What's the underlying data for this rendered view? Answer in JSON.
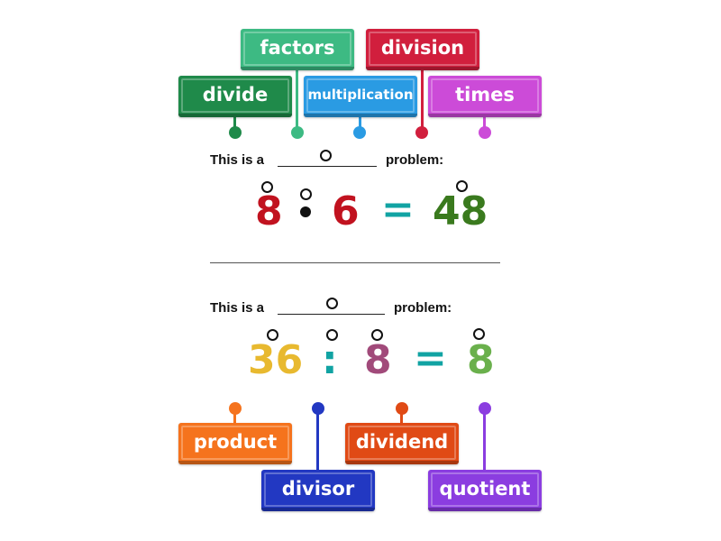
{
  "tiles": {
    "factors": {
      "label": "factors",
      "color": "#3dba83"
    },
    "division": {
      "label": "division",
      "color": "#d11f3d"
    },
    "divide": {
      "label": "divide",
      "color": "#1f8a4a"
    },
    "multiplication": {
      "label": "multiplication",
      "color": "#2a9be3"
    },
    "times": {
      "label": "times",
      "color": "#cc4bd8"
    },
    "product": {
      "label": "product",
      "color": "#f5731d"
    },
    "divisor": {
      "label": "divisor",
      "color": "#2238c2"
    },
    "dividend": {
      "label": "dividend",
      "color": "#e04a15"
    },
    "quotient": {
      "label": "quotient",
      "color": "#8b3de0"
    }
  },
  "problem1": {
    "prefix": "This is a",
    "suffix": "problem:",
    "left": "8",
    "right": "6",
    "equals": "=",
    "result": "48",
    "colors": {
      "left": "#c1121f",
      "right": "#c1121f",
      "equals": "#11a3a3",
      "result": "#3a7a1e"
    }
  },
  "problem2": {
    "prefix": "This is a",
    "suffix": "problem:",
    "left": "36",
    "operator": ":",
    "right": "8",
    "equals": "=",
    "result": "8",
    "colors": {
      "left": "#e8b92f",
      "operator": "#11a3a3",
      "right": "#a14a7a",
      "equals": "#11a3a3",
      "result": "#6ab04c"
    }
  }
}
